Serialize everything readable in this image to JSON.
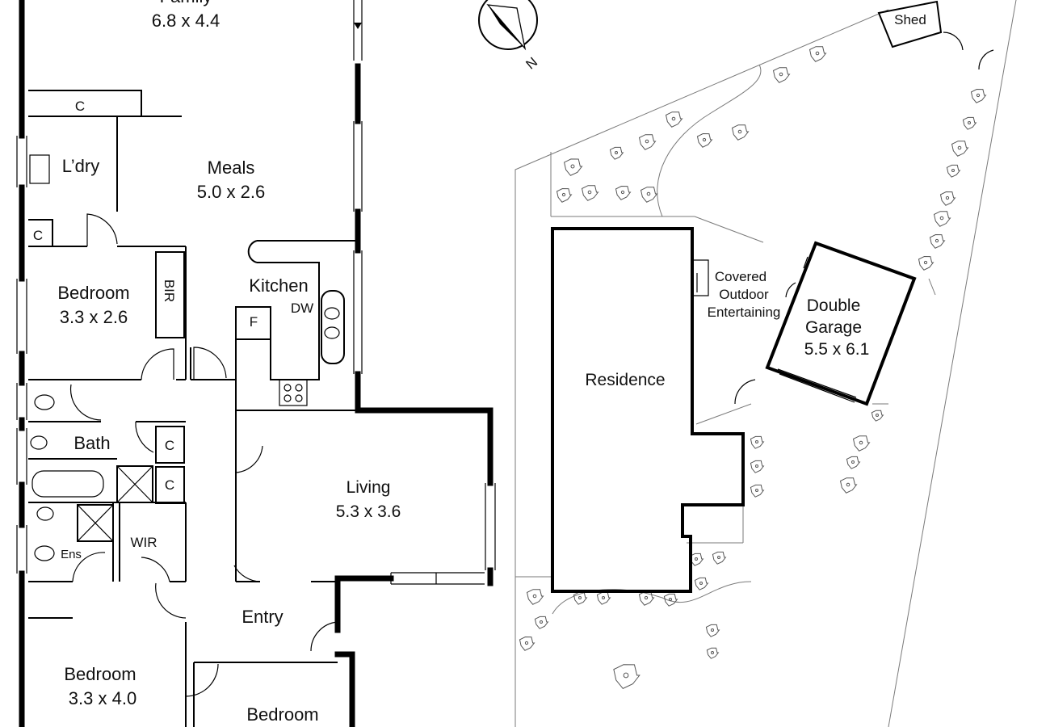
{
  "compass": {
    "north_label": "N"
  },
  "rooms": {
    "family": {
      "name": "Family",
      "dims": "6.8 x 4.4"
    },
    "meals": {
      "name": "Meals",
      "dims": "5.0 x 2.6"
    },
    "laundry": {
      "name": "L’dry"
    },
    "bedroom_2": {
      "name": "Bedroom",
      "dims": "3.3 x 2.6",
      "robe": "BIR"
    },
    "kitchen": {
      "name": "Kitchen",
      "dishwasher": "DW",
      "fridge": "F"
    },
    "bath": {
      "name": "Bath"
    },
    "ensuite": {
      "name": "Ens"
    },
    "wir": {
      "name": "WIR"
    },
    "living": {
      "name": "Living",
      "dims": "5.3 x 3.6"
    },
    "entry": {
      "name": "Entry"
    },
    "bedroom_main": {
      "name": "Bedroom",
      "dims": "3.3 x 4.0"
    },
    "bedroom_3": {
      "name": "Bedroom"
    }
  },
  "cupboard_label": "C",
  "site": {
    "residence": "Residence",
    "outdoor": [
      "Covered",
      "Outdoor",
      "Entertaining"
    ],
    "garage": {
      "line1": "Double",
      "line2": "Garage",
      "dims": "5.5 x 6.1"
    },
    "shed": "Shed"
  }
}
